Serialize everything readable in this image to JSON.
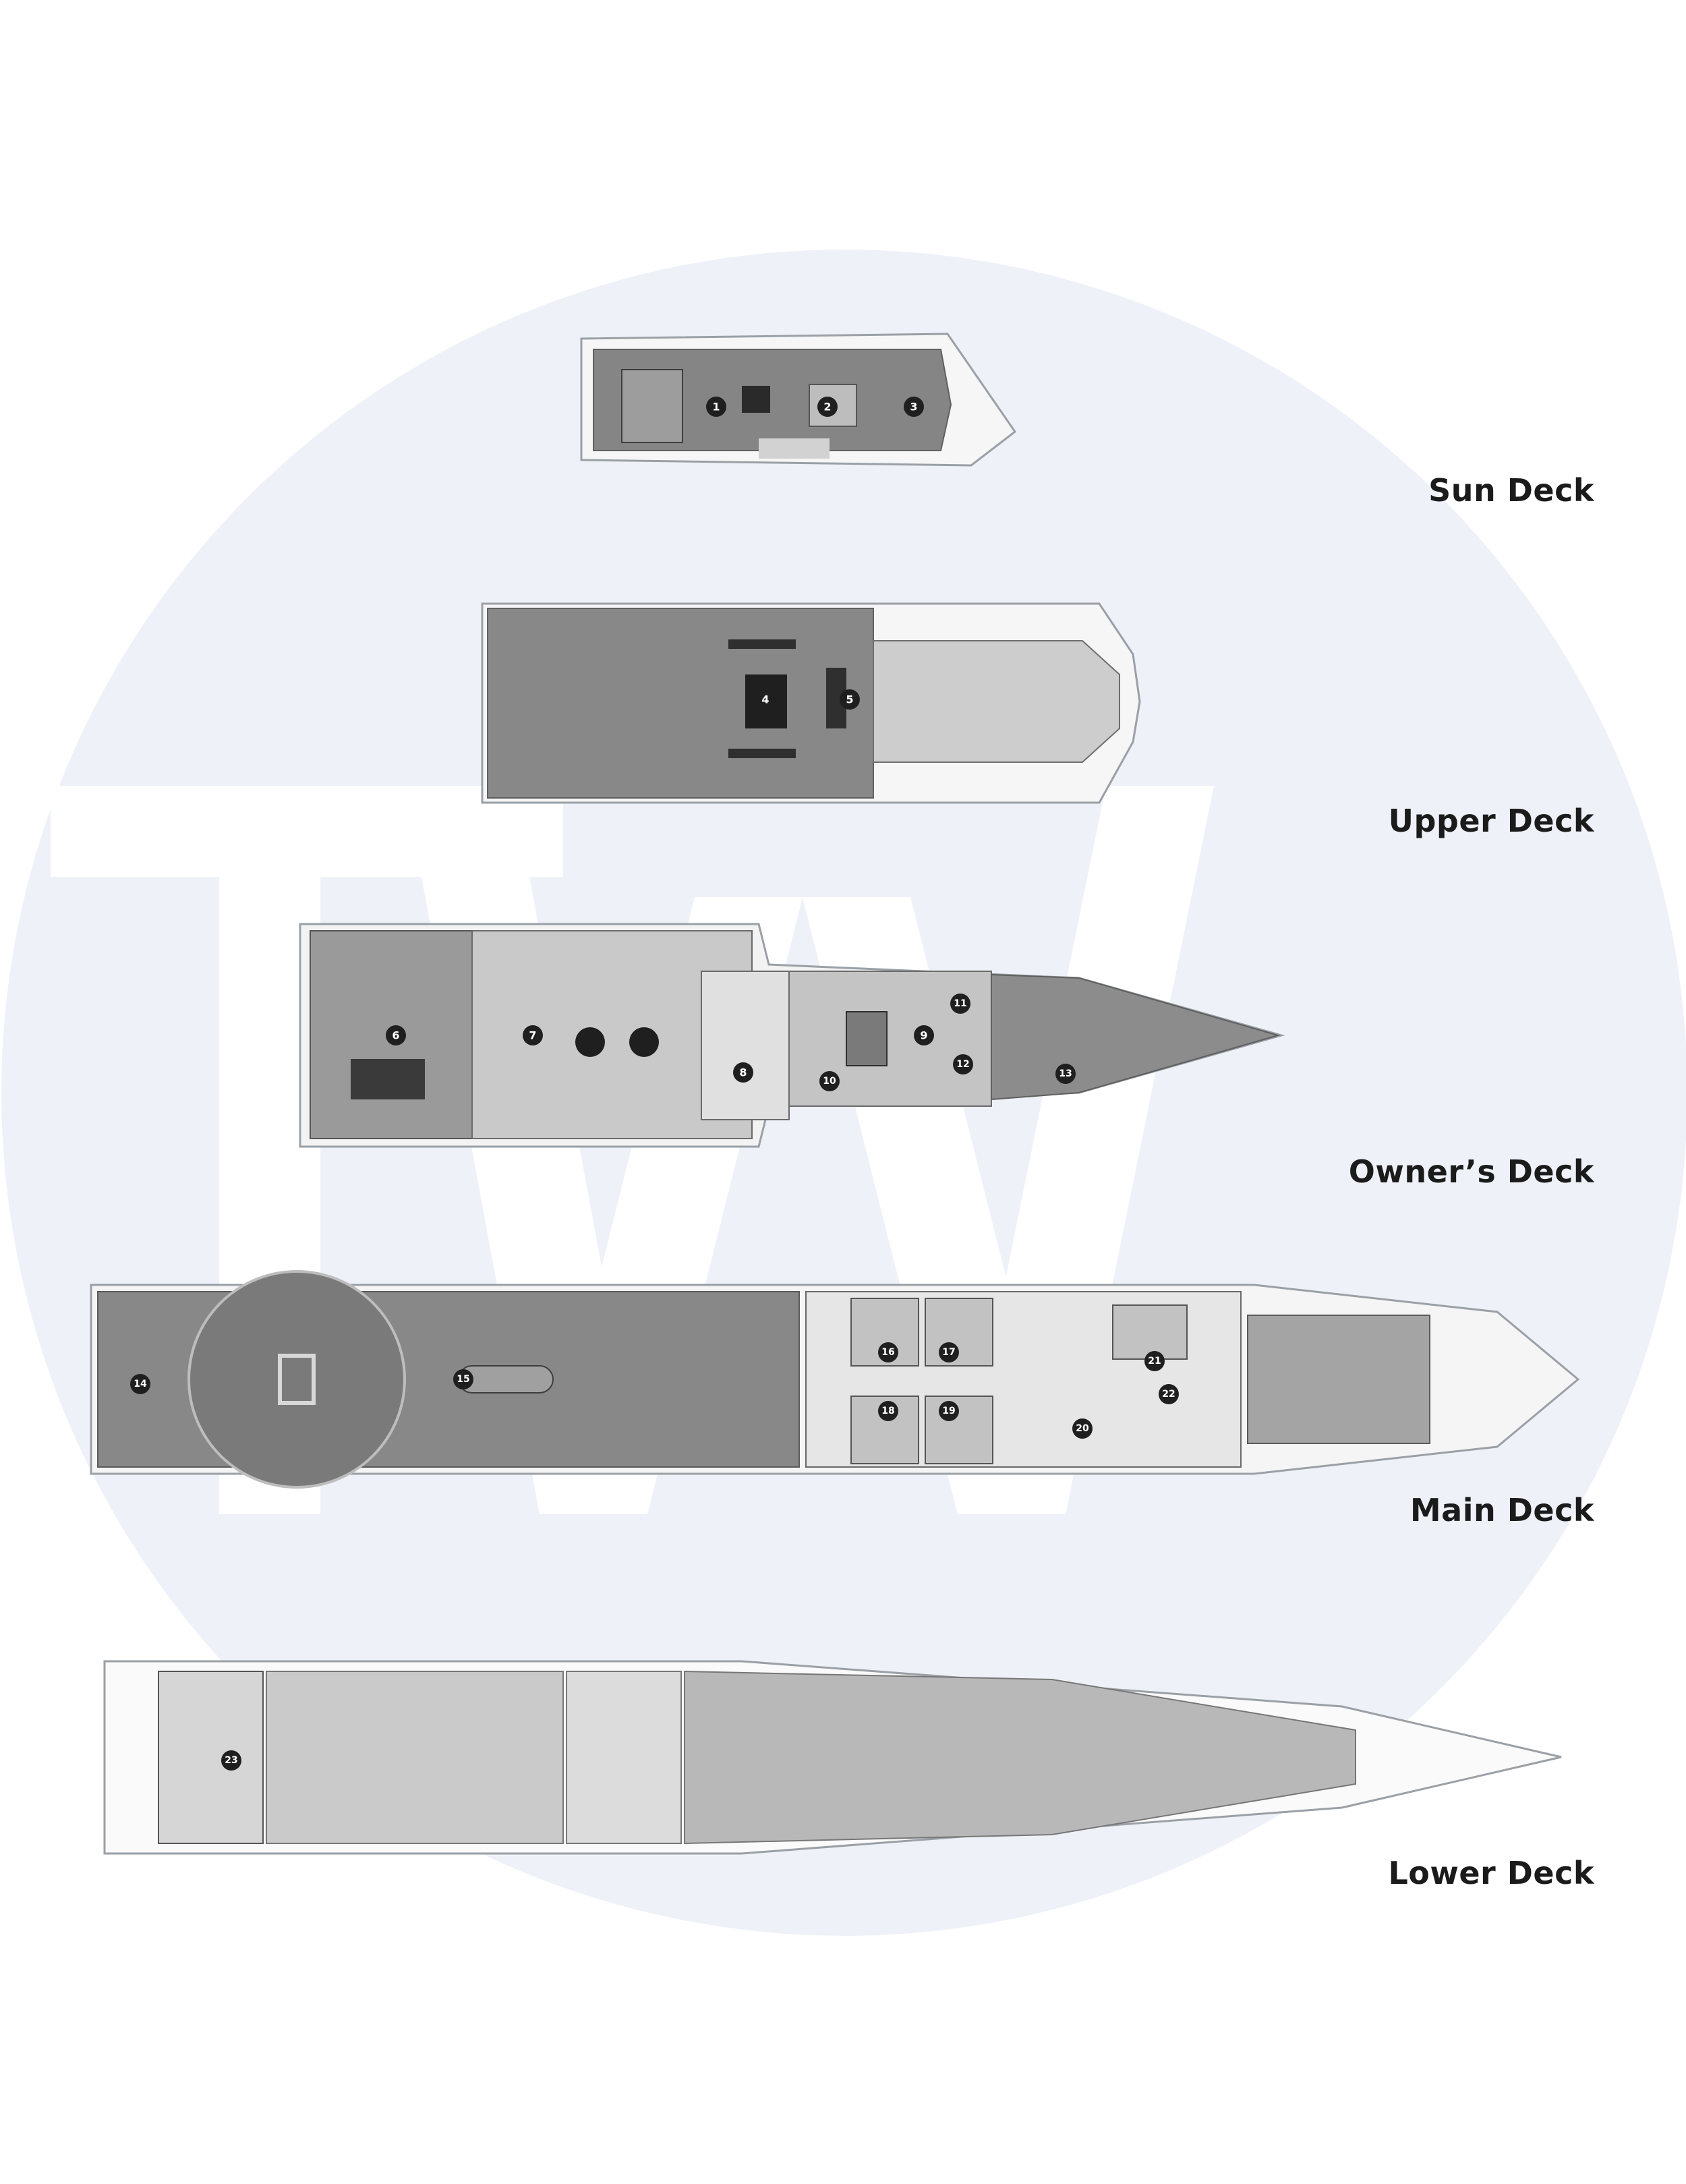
{
  "watermark": {
    "text": "TW",
    "colors": {
      "disc": "#eef2f8",
      "letters": "#ffffff"
    }
  },
  "colors": {
    "hull_outline": "#9aa0a6",
    "deck_dark": "#7f7f7f",
    "deck_mid": "#a7a7a7",
    "deck_light": "#cfcfcf",
    "marker": "#1f1f1f",
    "label": "#1b1b1b"
  },
  "decks": [
    {
      "id": "sun",
      "label": "Sun Deck",
      "markers": [
        "1",
        "2",
        "3"
      ]
    },
    {
      "id": "upper",
      "label": "Upper Deck",
      "markers": [
        "4",
        "5"
      ]
    },
    {
      "id": "owners",
      "label": "Owner’s Deck",
      "markers": [
        "6",
        "7",
        "8",
        "9",
        "10",
        "11",
        "12",
        "13"
      ]
    },
    {
      "id": "main",
      "label": "Main Deck",
      "markers": [
        "14",
        "15",
        "16",
        "17",
        "18",
        "19",
        "20",
        "21",
        "22"
      ]
    },
    {
      "id": "lower",
      "label": "Lower Deck",
      "markers": [
        "23"
      ]
    }
  ]
}
